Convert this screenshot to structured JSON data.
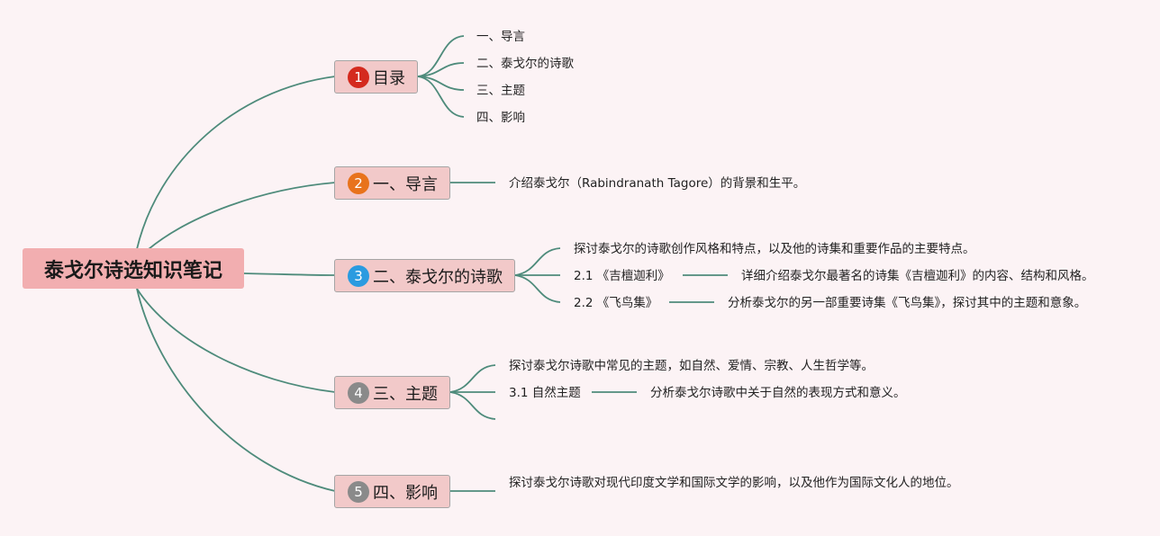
{
  "colors": {
    "connector": "#4e8b7b",
    "root_fill": "#f2aeb0",
    "branch_fill": "#f2c9c9",
    "background": "#fcf3f5"
  },
  "root": {
    "title": "泰戈尔诗选知识笔记"
  },
  "branches": [
    {
      "marker": "1",
      "marker_color": "#d42a1e",
      "label": "目录",
      "children": [
        "一、导言",
        "二、泰戈尔的诗歌",
        "三、主题",
        "四、影响"
      ]
    },
    {
      "marker": "2",
      "marker_color": "#e8731c",
      "label": "一、导言",
      "children": [
        "介绍泰戈尔（Rabindranath Tagore）的背景和生平。"
      ]
    },
    {
      "marker": "3",
      "marker_color": "#2b9be0",
      "label": "二、泰戈尔的诗歌",
      "children": [
        {
          "text": "探讨泰戈尔的诗歌创作风格和特点，以及他的诗集和重要作品的主要特点。"
        },
        {
          "text": "2.1 《吉檀迦利》",
          "detail": "详细介绍泰戈尔最著名的诗集《吉檀迦利》的内容、结构和风格。"
        },
        {
          "text": "2.2 《飞鸟集》",
          "detail": "分析泰戈尔的另一部重要诗集《飞鸟集》，探讨其中的主题和意象。"
        }
      ]
    },
    {
      "marker": "4",
      "marker_color": "#8a8a8a",
      "label": "三、主题",
      "children": [
        {
          "text": "探讨泰戈尔诗歌中常见的主题，如自然、爱情、宗教、人生哲学等。"
        },
        {
          "text": "3.1 自然主题",
          "detail": "分析泰戈尔诗歌中关于自然的表现方式和意义。"
        },
        {
          "text": ""
        }
      ]
    },
    {
      "marker": "5",
      "marker_color": "#8a8a8a",
      "label": "四、影响",
      "children": [
        "探讨泰戈尔诗歌对现代印度文学和国际文学的影响，以及他作为国际文化人的地位。"
      ]
    }
  ]
}
